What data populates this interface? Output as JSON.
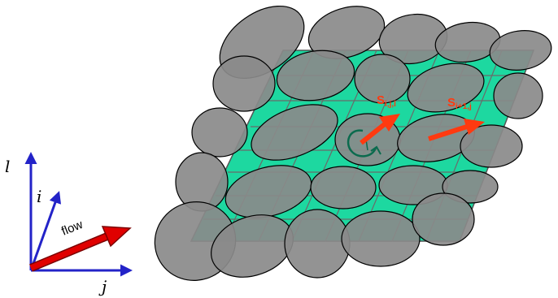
{
  "axes": {
    "vertical_label": "l",
    "diagonal_label": "i",
    "horizontal_label": "j",
    "flow_label": "flow",
    "axis_color": "#2323c8",
    "flow_color": "#e00000"
  },
  "grid": {
    "fill_color": "#1dd8a0",
    "line_color": "#6a6a6a"
  },
  "cells": {
    "fill_color": "#8a8a8a",
    "stroke_color": "#000000"
  },
  "markers": {
    "color": "#ff3a10",
    "s1": {
      "base": "S",
      "sub": "i,j,l"
    },
    "s2": {
      "base": "S",
      "sub": "i+1,j"
    }
  },
  "rotation_icon": {
    "color": "#0b6b4e"
  }
}
